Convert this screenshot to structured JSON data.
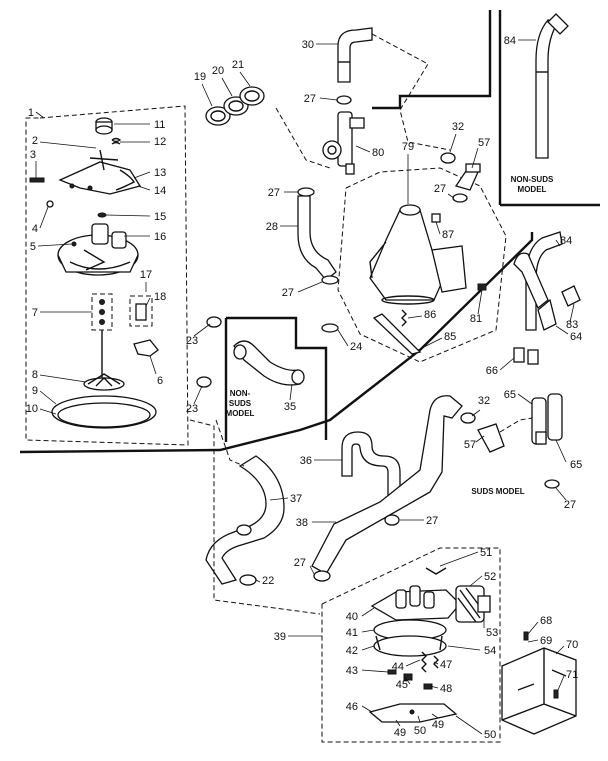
{
  "callouts": [
    {
      "id": "n1",
      "text": "1"
    },
    {
      "id": "n2",
      "text": "2"
    },
    {
      "id": "n3",
      "text": "3"
    },
    {
      "id": "n4",
      "text": "4"
    },
    {
      "id": "n5",
      "text": "5"
    },
    {
      "id": "n6",
      "text": "6"
    },
    {
      "id": "n7",
      "text": "7"
    },
    {
      "id": "n8",
      "text": "8"
    },
    {
      "id": "n9",
      "text": "9"
    },
    {
      "id": "n10",
      "text": "10"
    },
    {
      "id": "n11",
      "text": "11"
    },
    {
      "id": "n12",
      "text": "12"
    },
    {
      "id": "n13",
      "text": "13"
    },
    {
      "id": "n14",
      "text": "14"
    },
    {
      "id": "n15",
      "text": "15"
    },
    {
      "id": "n16",
      "text": "16"
    },
    {
      "id": "n17",
      "text": "17"
    },
    {
      "id": "n18",
      "text": "18"
    },
    {
      "id": "n19",
      "text": "19"
    },
    {
      "id": "n20",
      "text": "20"
    },
    {
      "id": "n21",
      "text": "21"
    },
    {
      "id": "n22",
      "text": "22"
    },
    {
      "id": "n23a",
      "text": "23"
    },
    {
      "id": "n23b",
      "text": "23"
    },
    {
      "id": "n24",
      "text": "24"
    },
    {
      "id": "n27a",
      "text": "27"
    },
    {
      "id": "n27b",
      "text": "27"
    },
    {
      "id": "n27c",
      "text": "27"
    },
    {
      "id": "n27d",
      "text": "27"
    },
    {
      "id": "n27e",
      "text": "27"
    },
    {
      "id": "n27f",
      "text": "27"
    },
    {
      "id": "n27g",
      "text": "27"
    },
    {
      "id": "n28",
      "text": "28"
    },
    {
      "id": "n30",
      "text": "30"
    },
    {
      "id": "n32a",
      "text": "32"
    },
    {
      "id": "n32b",
      "text": "32"
    },
    {
      "id": "n35",
      "text": "35"
    },
    {
      "id": "n36",
      "text": "36"
    },
    {
      "id": "n37",
      "text": "37"
    },
    {
      "id": "n38",
      "text": "38"
    },
    {
      "id": "n39",
      "text": "39"
    },
    {
      "id": "n40",
      "text": "40"
    },
    {
      "id": "n41",
      "text": "41"
    },
    {
      "id": "n42",
      "text": "42"
    },
    {
      "id": "n43",
      "text": "43"
    },
    {
      "id": "n44",
      "text": "44"
    },
    {
      "id": "n45",
      "text": "45"
    },
    {
      "id": "n46",
      "text": "46"
    },
    {
      "id": "n47",
      "text": "47"
    },
    {
      "id": "n48",
      "text": "48"
    },
    {
      "id": "n49a",
      "text": "49"
    },
    {
      "id": "n49b",
      "text": "49"
    },
    {
      "id": "n50",
      "text": "50"
    },
    {
      "id": "n50b",
      "text": "50"
    },
    {
      "id": "n51",
      "text": "51"
    },
    {
      "id": "n52",
      "text": "52"
    },
    {
      "id": "n53",
      "text": "53"
    },
    {
      "id": "n54",
      "text": "54"
    },
    {
      "id": "n57a",
      "text": "57"
    },
    {
      "id": "n57b",
      "text": "57"
    },
    {
      "id": "n64",
      "text": "64"
    },
    {
      "id": "n65a",
      "text": "65"
    },
    {
      "id": "n65b",
      "text": "65"
    },
    {
      "id": "n66",
      "text": "66"
    },
    {
      "id": "n68",
      "text": "68"
    },
    {
      "id": "n69",
      "text": "69"
    },
    {
      "id": "n70",
      "text": "70"
    },
    {
      "id": "n71",
      "text": "71"
    },
    {
      "id": "n79",
      "text": "79"
    },
    {
      "id": "n80",
      "text": "80"
    },
    {
      "id": "n81",
      "text": "81"
    },
    {
      "id": "n83",
      "text": "83"
    },
    {
      "id": "n84a",
      "text": "84"
    },
    {
      "id": "n84b",
      "text": "84"
    },
    {
      "id": "n85",
      "text": "85"
    },
    {
      "id": "n86",
      "text": "86"
    },
    {
      "id": "n87",
      "text": "87"
    }
  ],
  "notes": {
    "non_suds_top": {
      "line1": "NON-SUDS",
      "line2": "MODEL"
    },
    "non_suds_inset": {
      "line1": "NON-",
      "line2": "SUDS",
      "line3": "MODEL"
    },
    "suds": "SUDS MODEL"
  }
}
